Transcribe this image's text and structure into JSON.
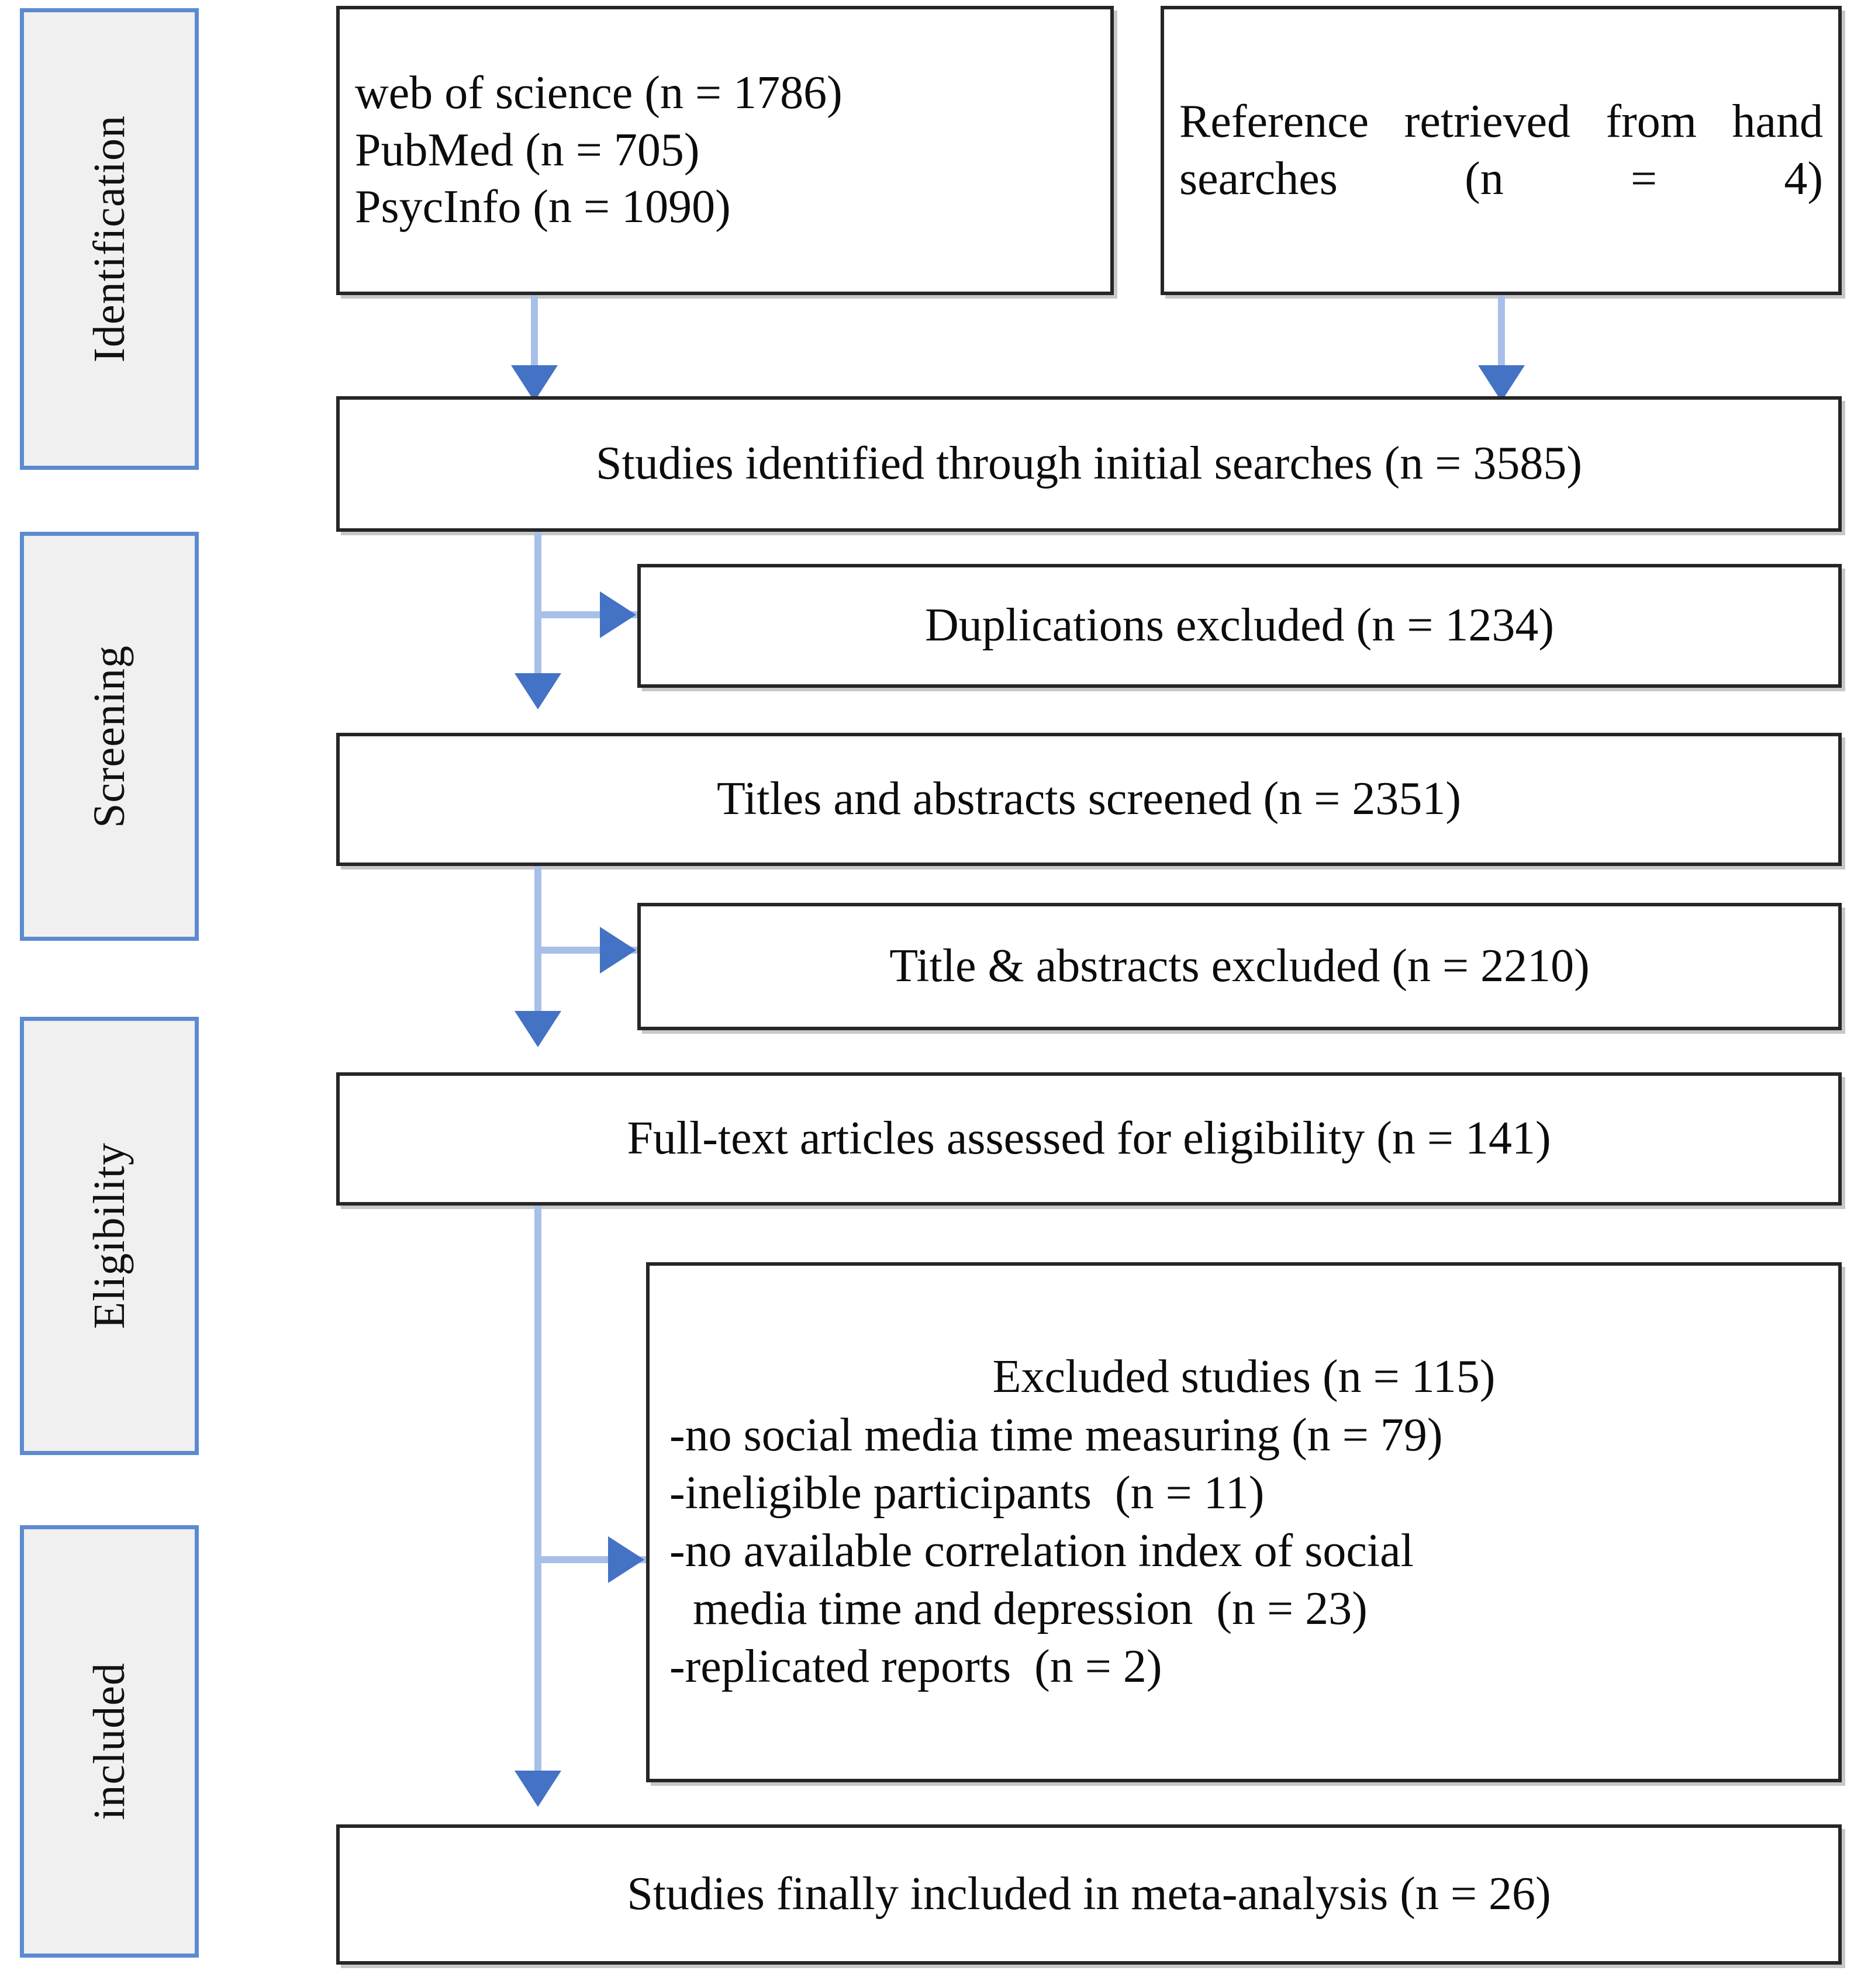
{
  "diagram": {
    "title": "PRISMA study selection flow diagram",
    "colors": {
      "stage_border": "#5b8ad0",
      "stage_fill": "#f0f0f0",
      "box_border": "#262626",
      "box_fill": "#ffffff",
      "connector_line": "#a8c0e8",
      "arrow_head": "#4472c4",
      "text": "#0c0c0c"
    },
    "stages": [
      {
        "id": "identification",
        "label": "Identification"
      },
      {
        "id": "screening",
        "label": "Screening"
      },
      {
        "id": "eligibility",
        "label": "Eligibility"
      },
      {
        "id": "included",
        "label": "included"
      }
    ],
    "boxes": {
      "databases": {
        "lines": [
          "web of science (n = 1786)",
          "PubMed (n = 705)",
          "PsycInfo (n = 1090)"
        ],
        "text": "web of science (n = 1786)\nPubMed (n = 705)\nPsycInfo (n = 1090)"
      },
      "hand_searches": {
        "text": "Reference retrieved from hand searches (n = 4)"
      },
      "initial_searches": {
        "text": "Studies identified through initial searches (n = 3585)"
      },
      "duplications_excluded": {
        "text": "Duplications excluded (n = 1234)"
      },
      "titles_screened": {
        "text": "Titles and abstracts screened (n = 2351)"
      },
      "titles_excluded": {
        "text": "Title & abstracts excluded (n = 2210)"
      },
      "fulltext_assessed": {
        "text": "Full-text articles assessed for eligibility (n = 141)"
      },
      "excluded_studies": {
        "heading": "Excluded studies (n = 115)",
        "reasons": [
          "-no social media time measuring (n = 79)",
          "-ineligible participants  (n = 11)",
          "-no available correlation index of social",
          "  media time and depression  (n = 23)",
          "-replicated reports  (n = 2)"
        ]
      },
      "final_included": {
        "text": "Studies finally included in meta-analysis (n = 26)"
      }
    },
    "counts": {
      "web_of_science": 1786,
      "pubmed": 705,
      "psycinfo": 1090,
      "hand_searches": 4,
      "identified_total": 3585,
      "duplications_excluded": 1234,
      "titles_screened": 2351,
      "titles_excluded": 2210,
      "fulltext_assessed": 141,
      "excluded_total": 115,
      "excluded_no_sm_time": 79,
      "excluded_ineligible": 11,
      "excluded_no_corr": 23,
      "excluded_replicated": 2,
      "final_included": 26
    }
  }
}
